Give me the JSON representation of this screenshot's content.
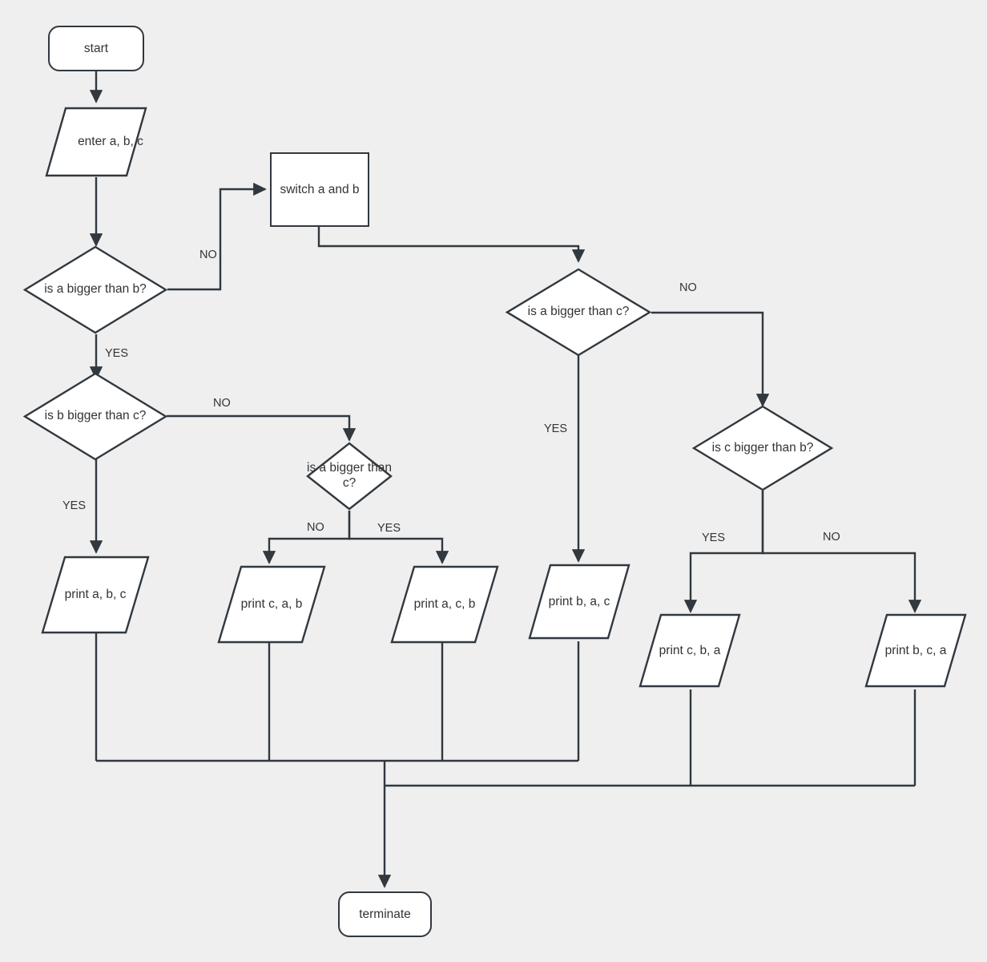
{
  "diagram": {
    "title": "sort three numbers flowchart",
    "type": "flowchart",
    "background_color": "#efefef",
    "stroke_color": "#31383f",
    "node_fill": "#ffffff",
    "text_color": "#333333"
  },
  "nodes": {
    "start": {
      "label": "start",
      "shape": "terminator"
    },
    "input": {
      "label": "enter a, b, c",
      "shape": "parallelogram"
    },
    "switch_ab": {
      "label": "switch a and b",
      "shape": "process"
    },
    "dec_a_gt_b": {
      "label": "is a bigger than b?",
      "shape": "decision"
    },
    "dec_b_gt_c": {
      "label": "is b bigger than c?",
      "shape": "decision"
    },
    "dec_a_gt_c_left": {
      "label": "is a bigger than c?",
      "shape": "decision"
    },
    "dec_a_gt_c_right": {
      "label": "is a bigger than c?",
      "shape": "decision"
    },
    "dec_c_gt_b": {
      "label": "is c bigger than b?",
      "shape": "decision"
    },
    "print_abc": {
      "label": "print a, b, c",
      "shape": "parallelogram"
    },
    "print_cab": {
      "label": "print c, a, b",
      "shape": "parallelogram"
    },
    "print_acb": {
      "label": "print a, c, b",
      "shape": "parallelogram"
    },
    "print_bac": {
      "label": "print b, a, c",
      "shape": "parallelogram"
    },
    "print_cba": {
      "label": "print c, b, a",
      "shape": "parallelogram"
    },
    "print_bca": {
      "label": "print b, c, a",
      "shape": "parallelogram"
    },
    "terminate": {
      "label": "terminate",
      "shape": "terminator"
    }
  },
  "edge_labels": {
    "a_gt_b_no": "NO",
    "a_gt_b_yes": "YES",
    "b_gt_c_no": "NO",
    "b_gt_c_yes": "YES",
    "a_gt_c_left_no": "NO",
    "a_gt_c_left_yes": "YES",
    "a_gt_c_right_no": "NO",
    "a_gt_c_right_yes": "YES",
    "c_gt_b_yes": "YES",
    "c_gt_b_no": "NO"
  }
}
